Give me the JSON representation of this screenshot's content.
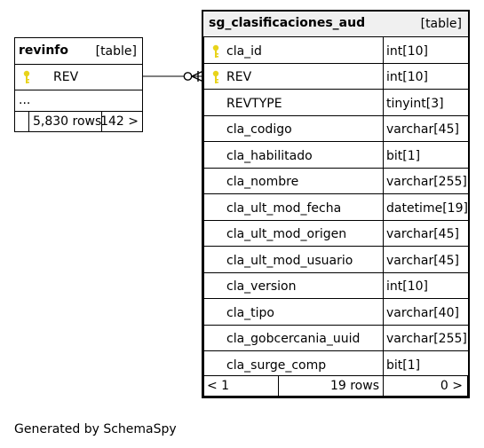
{
  "revinfo": {
    "name": "revinfo",
    "kind": "[table]",
    "column": "REV",
    "more": "...",
    "rows": "5,830 rows",
    "children": "142 >"
  },
  "aud": {
    "name": "sg_clasificaciones_aud",
    "kind": "[table]",
    "columns": [
      {
        "name": "cla_id",
        "type": "int[10]",
        "key": true
      },
      {
        "name": "REV",
        "type": "int[10]",
        "key": true
      },
      {
        "name": "REVTYPE",
        "type": "tinyint[3]",
        "key": false
      },
      {
        "name": "cla_codigo",
        "type": "varchar[45]",
        "key": false
      },
      {
        "name": "cla_habilitado",
        "type": "bit[1]",
        "key": false
      },
      {
        "name": "cla_nombre",
        "type": "varchar[255]",
        "key": false
      },
      {
        "name": "cla_ult_mod_fecha",
        "type": "datetime[19]",
        "key": false
      },
      {
        "name": "cla_ult_mod_origen",
        "type": "varchar[45]",
        "key": false
      },
      {
        "name": "cla_ult_mod_usuario",
        "type": "varchar[45]",
        "key": false
      },
      {
        "name": "cla_version",
        "type": "int[10]",
        "key": false
      },
      {
        "name": "cla_tipo",
        "type": "varchar[40]",
        "key": false
      },
      {
        "name": "cla_gobcercania_uuid",
        "type": "varchar[255]",
        "key": false
      },
      {
        "name": "cla_surge_comp",
        "type": "bit[1]",
        "key": false
      }
    ],
    "parents": "< 1",
    "rows": "19 rows",
    "children": "0 >"
  },
  "footer": "Generated by SchemaSpy",
  "colors": {
    "key": "#e8d31a",
    "line": "#000000",
    "background": "#ffffff"
  },
  "icons": {
    "key": "primary-key-icon"
  }
}
